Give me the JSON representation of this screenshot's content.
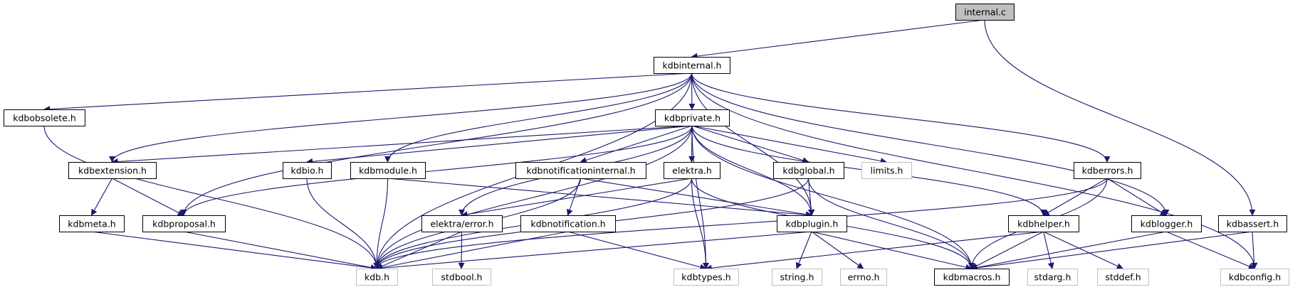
{
  "diagram": {
    "title": "internal.c include dependency graph",
    "colors": {
      "edge": "#191970",
      "root_fill": "#bfbfbf",
      "root_border": "#000000",
      "node_border": "#000000",
      "external_border": "#bfbfbf",
      "node_fill": "#ffffff"
    },
    "nodes": [
      {
        "id": "internal_c",
        "label": "internal.c",
        "kind": "root"
      },
      {
        "id": "kdbinternal",
        "label": "kdbinternal.h",
        "kind": "documented"
      },
      {
        "id": "kdbobsolete",
        "label": "kdbobsolete.h",
        "kind": "documented"
      },
      {
        "id": "kdbprivate",
        "label": "kdbprivate.h",
        "kind": "documented"
      },
      {
        "id": "kdbextension",
        "label": "kdbextension.h",
        "kind": "documented"
      },
      {
        "id": "kdbio",
        "label": "kdbio.h",
        "kind": "documented"
      },
      {
        "id": "kdbmodule",
        "label": "kdbmodule.h",
        "kind": "documented"
      },
      {
        "id": "kdbnotificationinternal",
        "label": "kdbnotificationinternal.h",
        "kind": "documented"
      },
      {
        "id": "elektra",
        "label": "elektra.h",
        "kind": "documented"
      },
      {
        "id": "kdbglobal",
        "label": "kdbglobal.h",
        "kind": "documented"
      },
      {
        "id": "limits",
        "label": "limits.h",
        "kind": "external"
      },
      {
        "id": "kdberrors",
        "label": "kdberrors.h",
        "kind": "documented"
      },
      {
        "id": "kdbmeta",
        "label": "kdbmeta.h",
        "kind": "documented"
      },
      {
        "id": "kdbproposal",
        "label": "kdbproposal.h",
        "kind": "documented"
      },
      {
        "id": "elektra_error",
        "label": "elektra/error.h",
        "kind": "documented"
      },
      {
        "id": "kdbnotification",
        "label": "kdbnotification.h",
        "kind": "documented"
      },
      {
        "id": "kdbplugin",
        "label": "kdbplugin.h",
        "kind": "documented"
      },
      {
        "id": "kdbhelper",
        "label": "kdbhelper.h",
        "kind": "documented"
      },
      {
        "id": "kdblogger",
        "label": "kdblogger.h",
        "kind": "documented"
      },
      {
        "id": "kdbassert",
        "label": "kdbassert.h",
        "kind": "documented"
      },
      {
        "id": "kdb",
        "label": "kdb.h",
        "kind": "external"
      },
      {
        "id": "stdbool",
        "label": "stdbool.h",
        "kind": "external"
      },
      {
        "id": "kdbtypes",
        "label": "kdbtypes.h",
        "kind": "external"
      },
      {
        "id": "string",
        "label": "string.h",
        "kind": "external"
      },
      {
        "id": "errno",
        "label": "errno.h",
        "kind": "external"
      },
      {
        "id": "kdbmacros",
        "label": "kdbmacros.h",
        "kind": "documented"
      },
      {
        "id": "stdarg",
        "label": "stdarg.h",
        "kind": "external"
      },
      {
        "id": "stddef",
        "label": "stddef.h",
        "kind": "external"
      },
      {
        "id": "kdbconfig",
        "label": "kdbconfig.h",
        "kind": "external"
      }
    ],
    "edges": [
      [
        "internal_c",
        "kdbinternal"
      ],
      [
        "internal_c",
        "kdbassert"
      ],
      [
        "kdbinternal",
        "kdbobsolete"
      ],
      [
        "kdbinternal",
        "kdbprivate"
      ],
      [
        "kdbinternal",
        "kdbextension"
      ],
      [
        "kdbinternal",
        "kdbproposal"
      ],
      [
        "kdbinternal",
        "kdb"
      ],
      [
        "kdbinternal",
        "kdbmodule"
      ],
      [
        "kdbinternal",
        "kdbplugin"
      ],
      [
        "kdbinternal",
        "kdberrors"
      ],
      [
        "kdbinternal",
        "kdblogger"
      ],
      [
        "kdbinternal",
        "kdbconfig"
      ],
      [
        "kdbobsolete",
        "kdb"
      ],
      [
        "kdbprivate",
        "kdbextension"
      ],
      [
        "kdbprivate",
        "kdbio"
      ],
      [
        "kdbprivate",
        "kdbproposal"
      ],
      [
        "kdbprivate",
        "kdb"
      ],
      [
        "kdbprivate",
        "kdbnotificationinternal"
      ],
      [
        "kdbprivate",
        "elektra"
      ],
      [
        "kdbprivate",
        "elektra_error"
      ],
      [
        "kdbprivate",
        "kdbglobal"
      ],
      [
        "kdbprivate",
        "limits"
      ],
      [
        "kdbprivate",
        "kdbtypes"
      ],
      [
        "kdbprivate",
        "kdbplugin"
      ],
      [
        "kdbprivate",
        "kdbmacros"
      ],
      [
        "kdbprivate",
        "kdbhelper"
      ],
      [
        "kdbextension",
        "kdbmeta"
      ],
      [
        "kdbextension",
        "kdbproposal"
      ],
      [
        "kdbio",
        "kdb"
      ],
      [
        "kdbmodule",
        "kdb"
      ],
      [
        "kdbmodule",
        "kdbplugin"
      ],
      [
        "kdbnotificationinternal",
        "kdb"
      ],
      [
        "kdbnotificationinternal",
        "kdbnotification"
      ],
      [
        "kdbnotificationinternal",
        "kdbplugin"
      ],
      [
        "elektra",
        "elektra_error"
      ],
      [
        "elektra",
        "kdb"
      ],
      [
        "elektra",
        "kdbtypes"
      ],
      [
        "elektra",
        "kdbmacros"
      ],
      [
        "kdbglobal",
        "kdb"
      ],
      [
        "kdbglobal",
        "kdbplugin"
      ],
      [
        "kdbglobal",
        "kdbmacros"
      ],
      [
        "kdberrors",
        "kdb"
      ],
      [
        "kdberrors",
        "kdbhelper"
      ],
      [
        "kdberrors",
        "kdbmacros"
      ],
      [
        "kdberrors",
        "kdblogger"
      ],
      [
        "kdbmeta",
        "kdb"
      ],
      [
        "kdbproposal",
        "kdb"
      ],
      [
        "elektra_error",
        "kdb"
      ],
      [
        "elektra_error",
        "stdbool"
      ],
      [
        "kdbnotification",
        "kdb"
      ],
      [
        "kdbnotification",
        "kdbtypes"
      ],
      [
        "kdbplugin",
        "kdb"
      ],
      [
        "kdbplugin",
        "string"
      ],
      [
        "kdbplugin",
        "errno"
      ],
      [
        "kdbplugin",
        "kdbmacros"
      ],
      [
        "kdbhelper",
        "kdbtypes"
      ],
      [
        "kdbhelper",
        "kdbmacros"
      ],
      [
        "kdbhelper",
        "stdarg"
      ],
      [
        "kdbhelper",
        "stddef"
      ],
      [
        "kdblogger",
        "kdbmacros"
      ],
      [
        "kdblogger",
        "kdbconfig"
      ],
      [
        "kdbassert",
        "kdbmacros"
      ],
      [
        "kdbassert",
        "kdbconfig"
      ]
    ]
  }
}
